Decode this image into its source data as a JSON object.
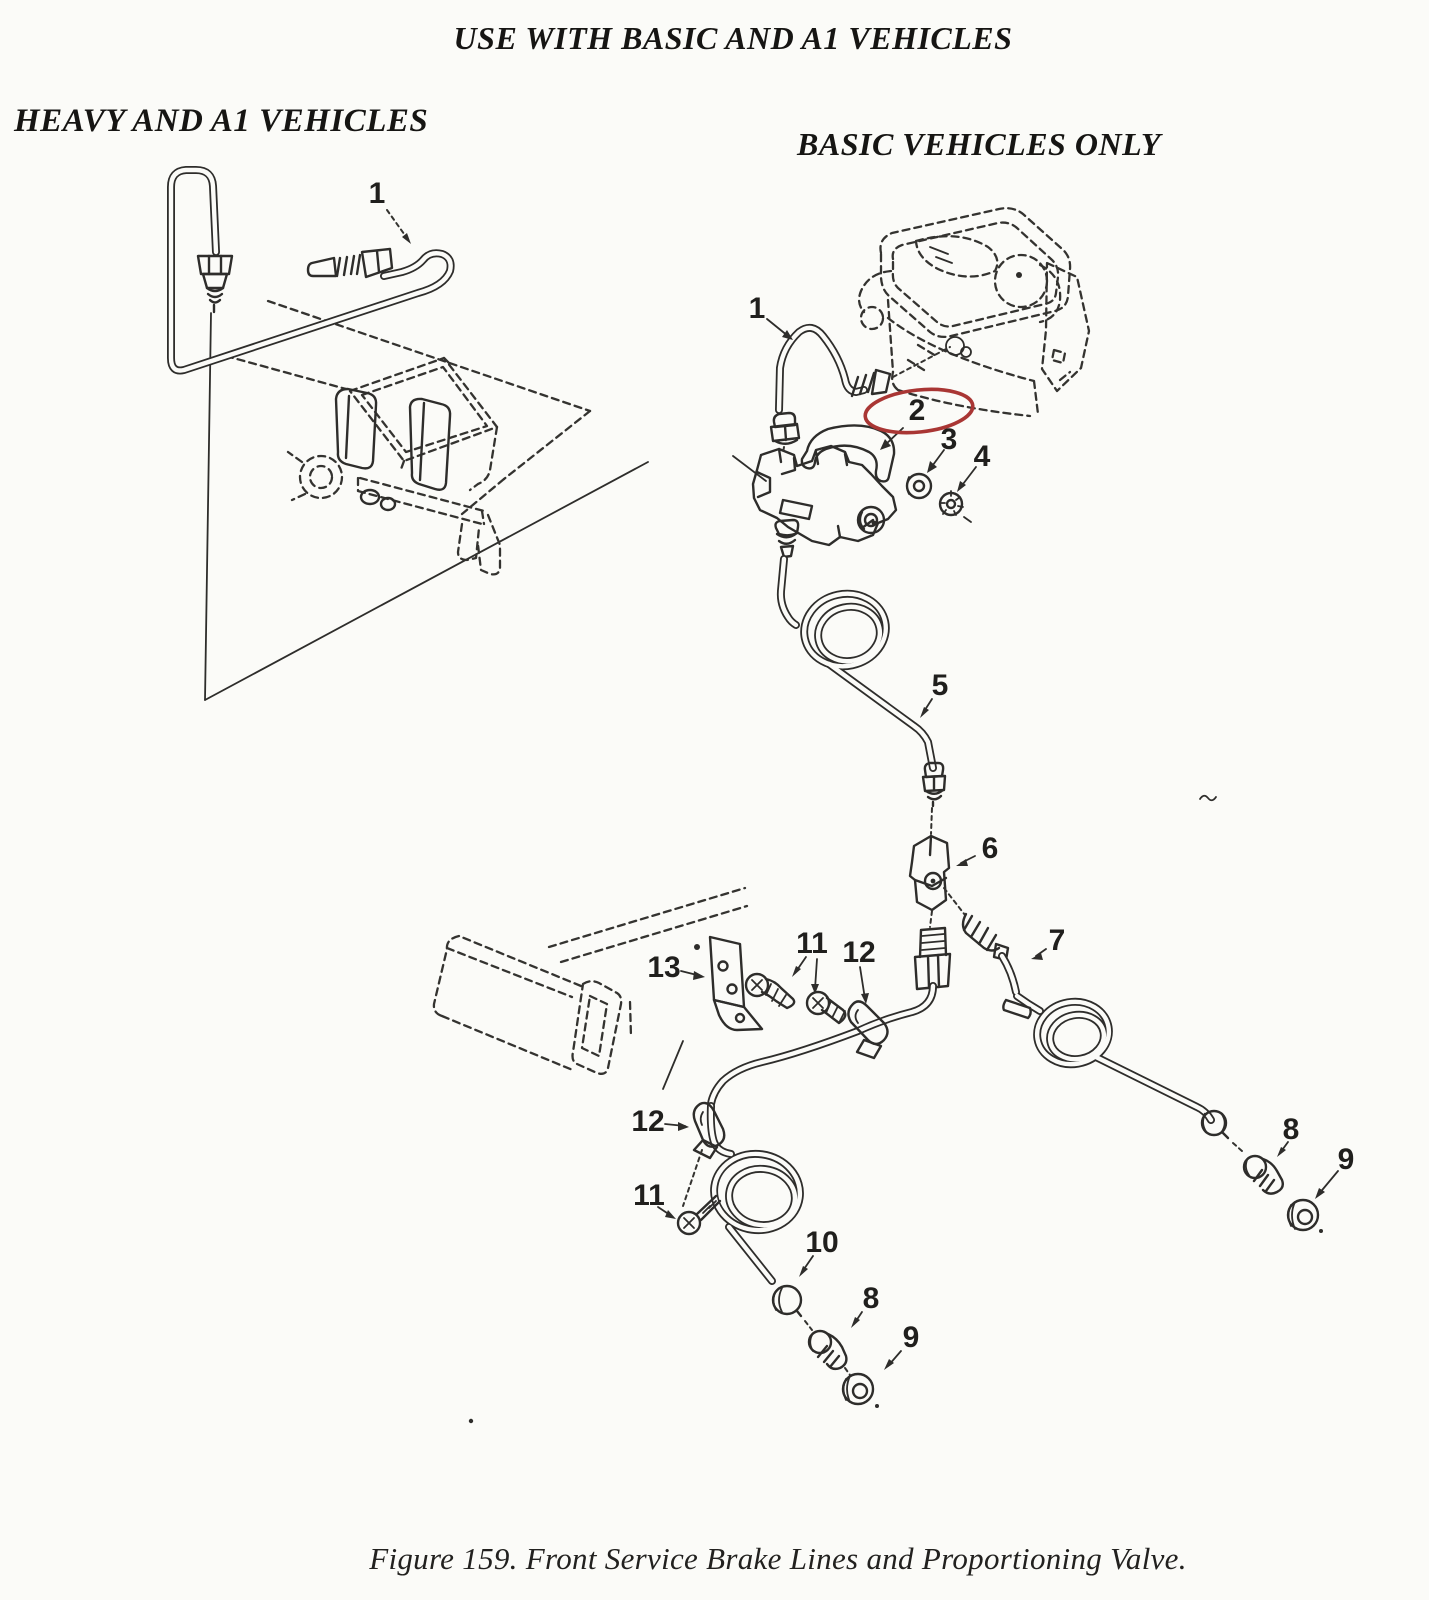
{
  "page": {
    "background": "#fbfbf8",
    "ink": "#2e2d2b",
    "highlight_color": "#a93634"
  },
  "headings": {
    "top": "USE WITH BASIC AND A1 VEHICLES",
    "left": "HEAVY AND A1 VEHICLES",
    "right": "BASIC VEHICLES ONLY"
  },
  "figure_caption": "Figure 159.  Front Service Brake Lines and Proportioning Valve.",
  "highlight": {
    "circled_part": "2",
    "shape": "ellipse",
    "color": "#a93634"
  },
  "callouts": [
    {
      "id": "1-left",
      "label": "1"
    },
    {
      "id": "1-right",
      "label": "1"
    },
    {
      "id": "2",
      "label": "2"
    },
    {
      "id": "3",
      "label": "3"
    },
    {
      "id": "4",
      "label": "4"
    },
    {
      "id": "5",
      "label": "5"
    },
    {
      "id": "6",
      "label": "6"
    },
    {
      "id": "7",
      "label": "7"
    },
    {
      "id": "8-right",
      "label": "8"
    },
    {
      "id": "9-right",
      "label": "9"
    },
    {
      "id": "11-upper",
      "label": "11"
    },
    {
      "id": "12-upper",
      "label": "12"
    },
    {
      "id": "13",
      "label": "13"
    },
    {
      "id": "12-lower",
      "label": "12"
    },
    {
      "id": "11-lower",
      "label": "11"
    },
    {
      "id": "10",
      "label": "10"
    },
    {
      "id": "8-lower",
      "label": "8"
    },
    {
      "id": "9-lower",
      "label": "9"
    }
  ]
}
